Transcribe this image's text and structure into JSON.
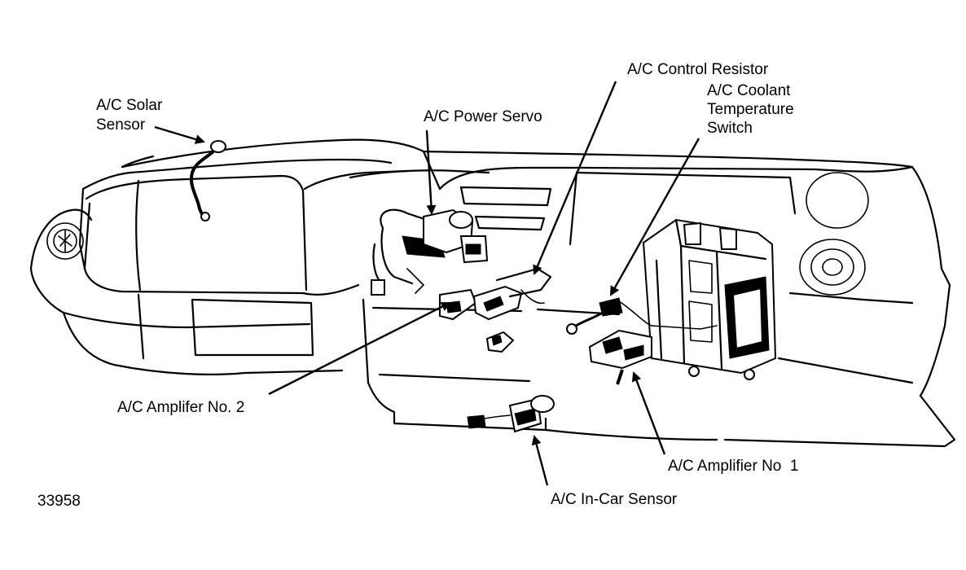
{
  "labels": {
    "solar_sensor": "A/C Solar\nSensor",
    "power_servo": "A/C Power Servo",
    "control_resistor": "A/C Control Resistor",
    "coolant_switch": "A/C Coolant\nTemperature\nSwitch",
    "amplifier_2": "A/C Amplifer No. 2",
    "amplifier_1": "A/C Amplifier No  1",
    "in_car_sensor": "A/C In-Car Sensor",
    "figure_number": "33958"
  }
}
